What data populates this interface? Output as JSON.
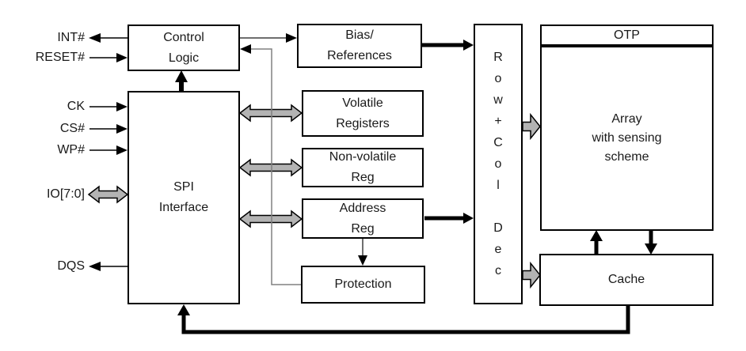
{
  "colors": {
    "ink": "#000000",
    "thin_line": "#3f3f3f",
    "guide_line": "#808080",
    "bus_fill": "#b3b3b3",
    "box_bg": "#ffffff",
    "text": "#1a1a1a"
  },
  "pins": [
    {
      "label": "INT#",
      "direction": "out"
    },
    {
      "label": "RESET#",
      "direction": "in"
    },
    {
      "label": "CK",
      "direction": "in"
    },
    {
      "label": "CS#",
      "direction": "in"
    },
    {
      "label": "WP#",
      "direction": "in"
    },
    {
      "label": "IO[7:0]",
      "direction": "bidirectional"
    },
    {
      "label": "DQS",
      "direction": "out"
    }
  ],
  "blocks": {
    "control_logic": "Control\nLogic",
    "spi_interface": "SPI\nInterface",
    "bias_references": "Bias/\nReferences",
    "volatile_registers": "Volatile\nRegisters",
    "non_volatile_reg": "Non-volatile\nReg",
    "address_reg": "Address\nReg",
    "protection": "Protection",
    "row_col_dec": "R\no\nw\n+\nC\no\nl\n \nD\ne\nc",
    "otp": "OTP",
    "array": "Array\nwith sensing\nscheme",
    "cache": "Cache"
  }
}
